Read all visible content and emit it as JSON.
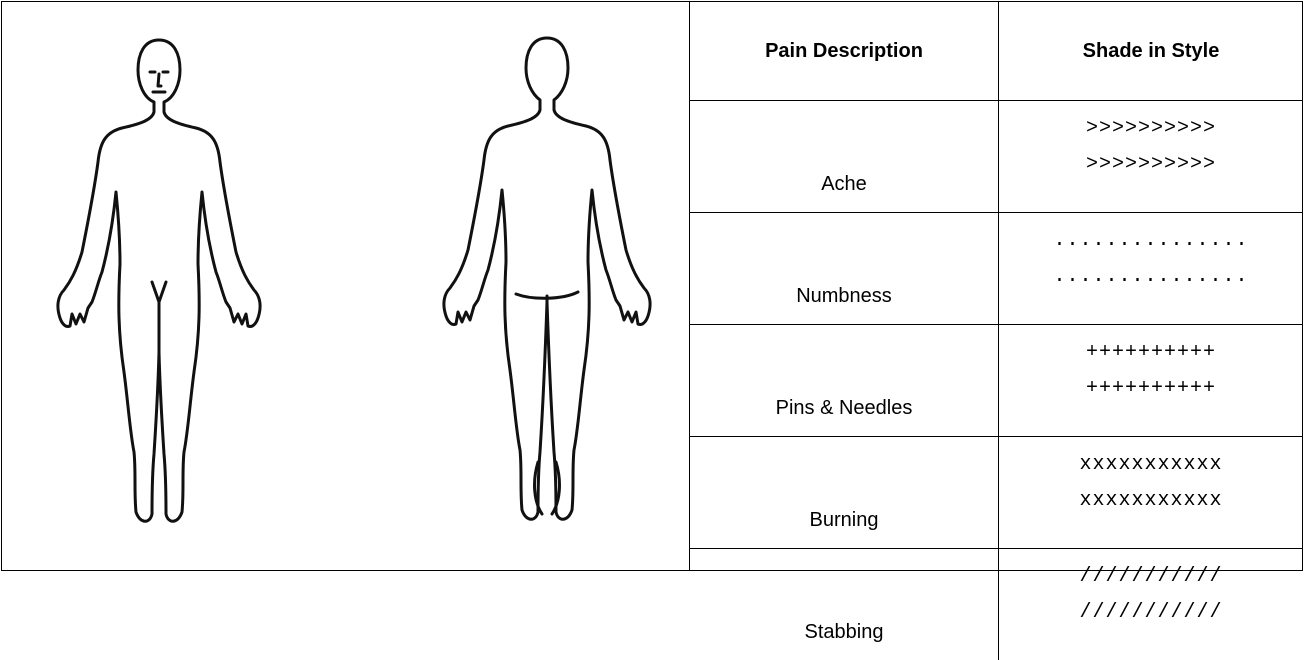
{
  "legend": {
    "headers": [
      "Pain Description",
      "Shade in Style"
    ],
    "rows": [
      {
        "description": "Ache",
        "shade": [
          ">>>>>>>>>>",
          ">>>>>>>>>>"
        ]
      },
      {
        "description": "Numbness",
        "shade": [
          "...............",
          "..............."
        ]
      },
      {
        "description": "Pins & Needles",
        "shade": [
          "++++++++++",
          "++++++++++"
        ]
      },
      {
        "description": "Burning",
        "shade": [
          "xxxxxxxxxxx",
          "xxxxxxxxxxx"
        ]
      },
      {
        "description": "Stabbing",
        "shade": [
          "///////////",
          "///////////"
        ]
      }
    ]
  },
  "figures": {
    "front": "body-outline-front",
    "back": "body-outline-back"
  }
}
